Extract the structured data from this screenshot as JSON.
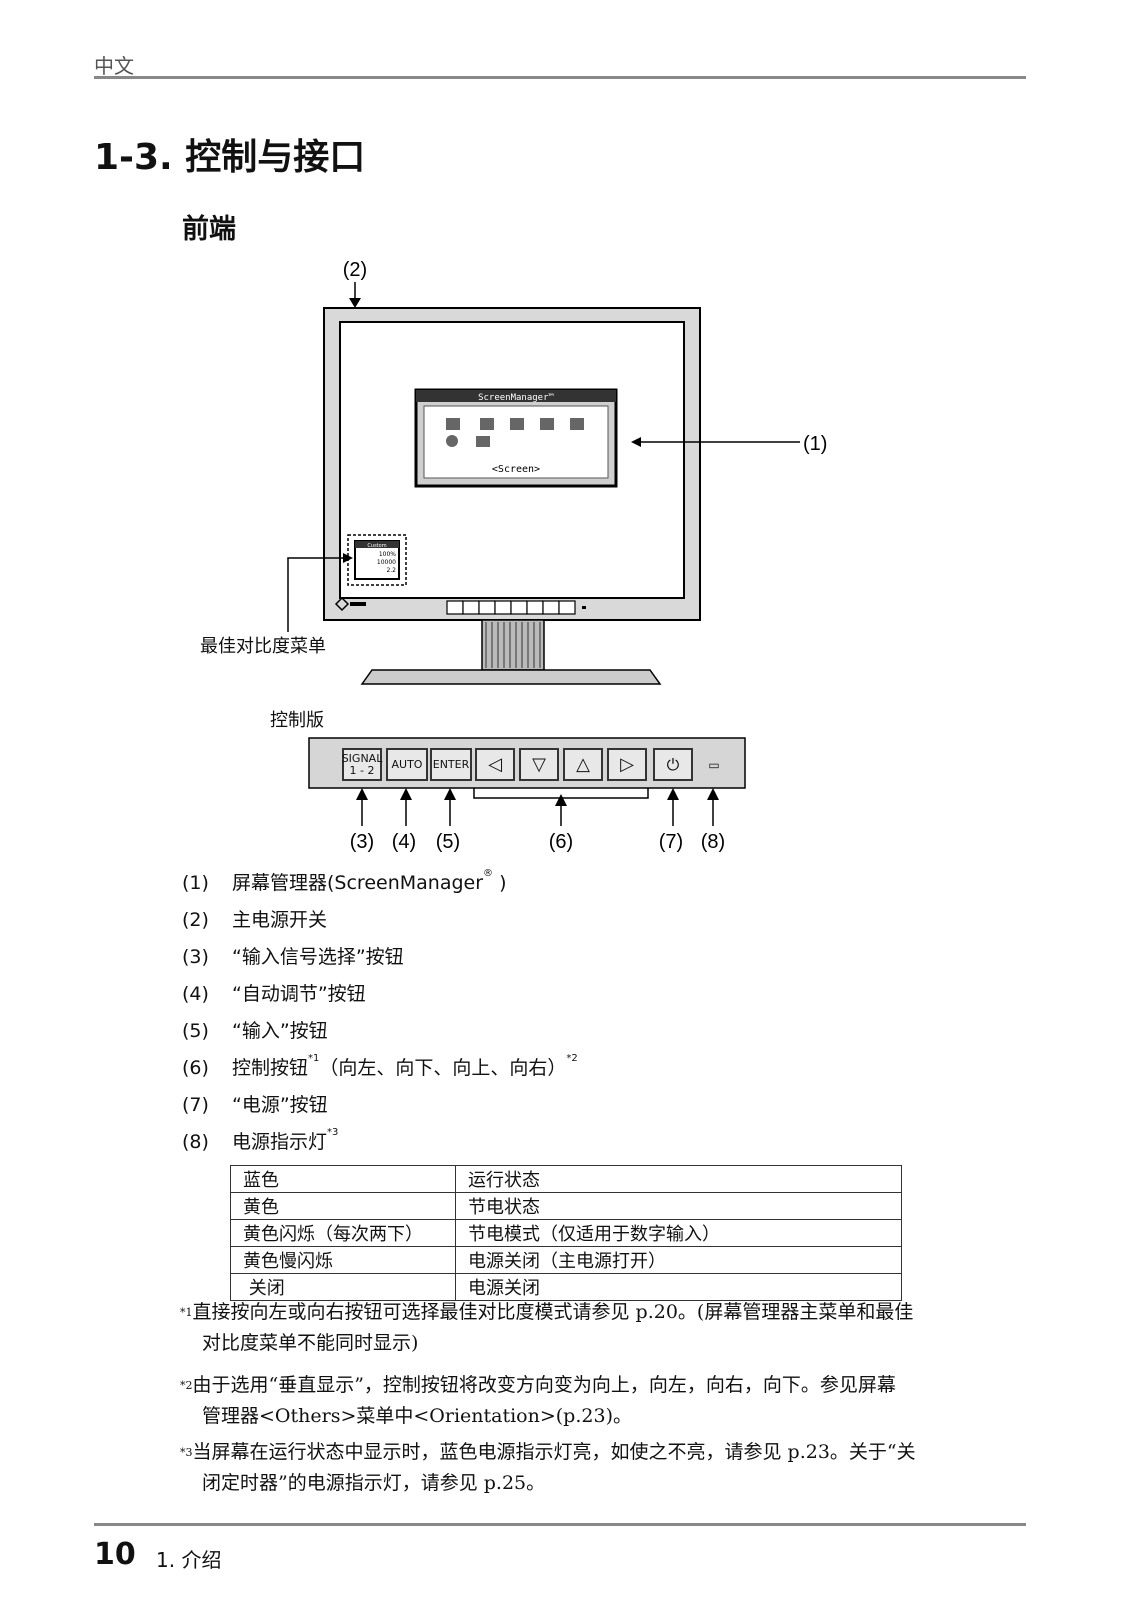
{
  "header": {
    "language": "中文"
  },
  "title": "1-3. 控制与接口",
  "subtitle": "前端",
  "figure": {
    "callouts": {
      "c1": "(1)",
      "c2": "(2)"
    },
    "osd": {
      "header": "ScreenManager™",
      "footer": "<Screen>"
    },
    "mini_menu": {
      "title": "Custom",
      "rows": [
        "100%",
        "10000",
        "2.2"
      ]
    },
    "best_contrast_label": "最佳对比度菜单",
    "control_panel_label": "控制版",
    "panel_buttons": [
      "SIGNAL\n1 - 2",
      "AUTO",
      "ENTER",
      "◁",
      "▽",
      "△",
      "▷",
      "⏻",
      "▭"
    ],
    "panel_callouts": [
      "(3)",
      "(4)",
      "(5)",
      "(6)",
      "(7)",
      "(8)"
    ]
  },
  "items": [
    {
      "num": "(1)",
      "text": "屏幕管理器(ScreenManager",
      "sup": "®",
      "tail": " )"
    },
    {
      "num": "(2)",
      "text": "主电源开关"
    },
    {
      "num": "(3)",
      "text": "“输入信号选择”按钮"
    },
    {
      "num": "(4)",
      "text": "“自动调节”按钮"
    },
    {
      "num": "(5)",
      "text": "“输入”按钮"
    },
    {
      "num": "(6)",
      "text": "控制按钮",
      "sup": "*1",
      "tail": "（向左、向下、向上、向右）",
      "sup2": "*2"
    },
    {
      "num": "(7)",
      "text": "“电源”按钮"
    },
    {
      "num": "(8)",
      "text": "电源指示灯",
      "sup": "*3"
    }
  ],
  "led_table": [
    [
      "蓝色",
      "运行状态"
    ],
    [
      "黄色",
      "节电状态"
    ],
    [
      "黄色闪烁（每次两下）",
      "节电模式（仅适用于数字输入）"
    ],
    [
      "黄色慢闪烁",
      "电源关闭（主电源打开）"
    ],
    [
      " 关闭",
      "电源关闭"
    ]
  ],
  "notes": [
    {
      "mark": "*1",
      "line1": "直接按向左或向右按钮可选择最佳对比度模式请参见 p.20。(屏幕管理器主菜单和最佳",
      "line2": "对比度菜单不能同时显示)"
    },
    {
      "mark": "*2",
      "line1": "由于选用“垂直显示”，控制按钮将改变方向变为向上，向左，向右，向下。参见屏幕",
      "line2": "管理器<Others>菜单中<Orientation>(p.23)。"
    },
    {
      "mark": "*3",
      "line1": "当屏幕在运行状态中显示时，蓝色电源指示灯亮，如使之不亮，请参见 p.23。关于“关",
      "line2": "闭定时器”的电源指示灯，请参见 p.25。"
    }
  ],
  "footer": {
    "page": "10",
    "chapter": "1.  介绍"
  }
}
